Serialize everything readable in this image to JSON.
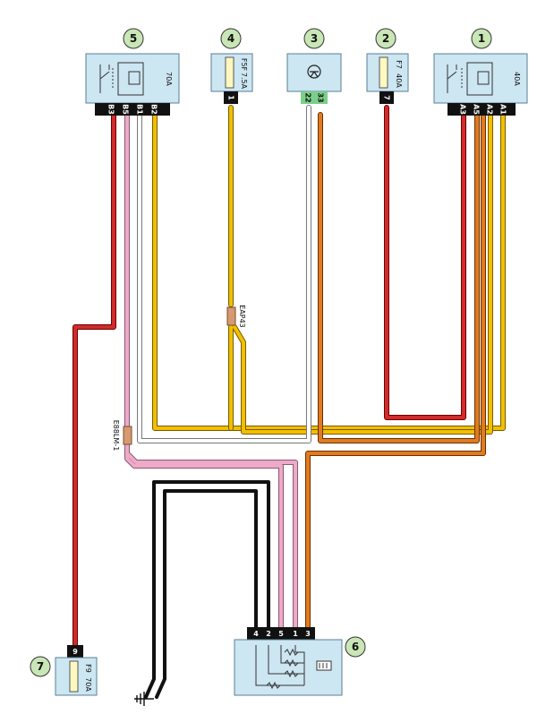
{
  "components": {
    "c1": {
      "number": "1",
      "rating": "40A",
      "pins": [
        "A3",
        "A5",
        "A2",
        "A1"
      ]
    },
    "c2": {
      "number": "2",
      "fuse": "F7",
      "rating": "40A",
      "pin": "7"
    },
    "c3": {
      "number": "3",
      "pins": [
        "22",
        "33"
      ]
    },
    "c4": {
      "number": "4",
      "fuse": "F5F",
      "rating": "7.5A",
      "pin": "1"
    },
    "c5": {
      "number": "5",
      "rating": "70A",
      "pins": [
        "B3",
        "B5",
        "B1",
        "B2"
      ]
    },
    "c6": {
      "number": "6",
      "pins": [
        "4",
        "2",
        "5",
        "1",
        "3"
      ]
    },
    "c7": {
      "number": "7",
      "fuse": "F9",
      "rating": "70A",
      "pin": "9"
    }
  },
  "splices": {
    "s1": "EAP43",
    "s2": "E88LM-1"
  },
  "colors": {
    "red": "#d22b2b",
    "yellow": "#f0b300",
    "orange": "#e07b1f",
    "pink": "#eeaac8",
    "white": "#ffffff",
    "black": "#111111",
    "panel": "#cce6f2",
    "badge": "#c9e7b6"
  }
}
